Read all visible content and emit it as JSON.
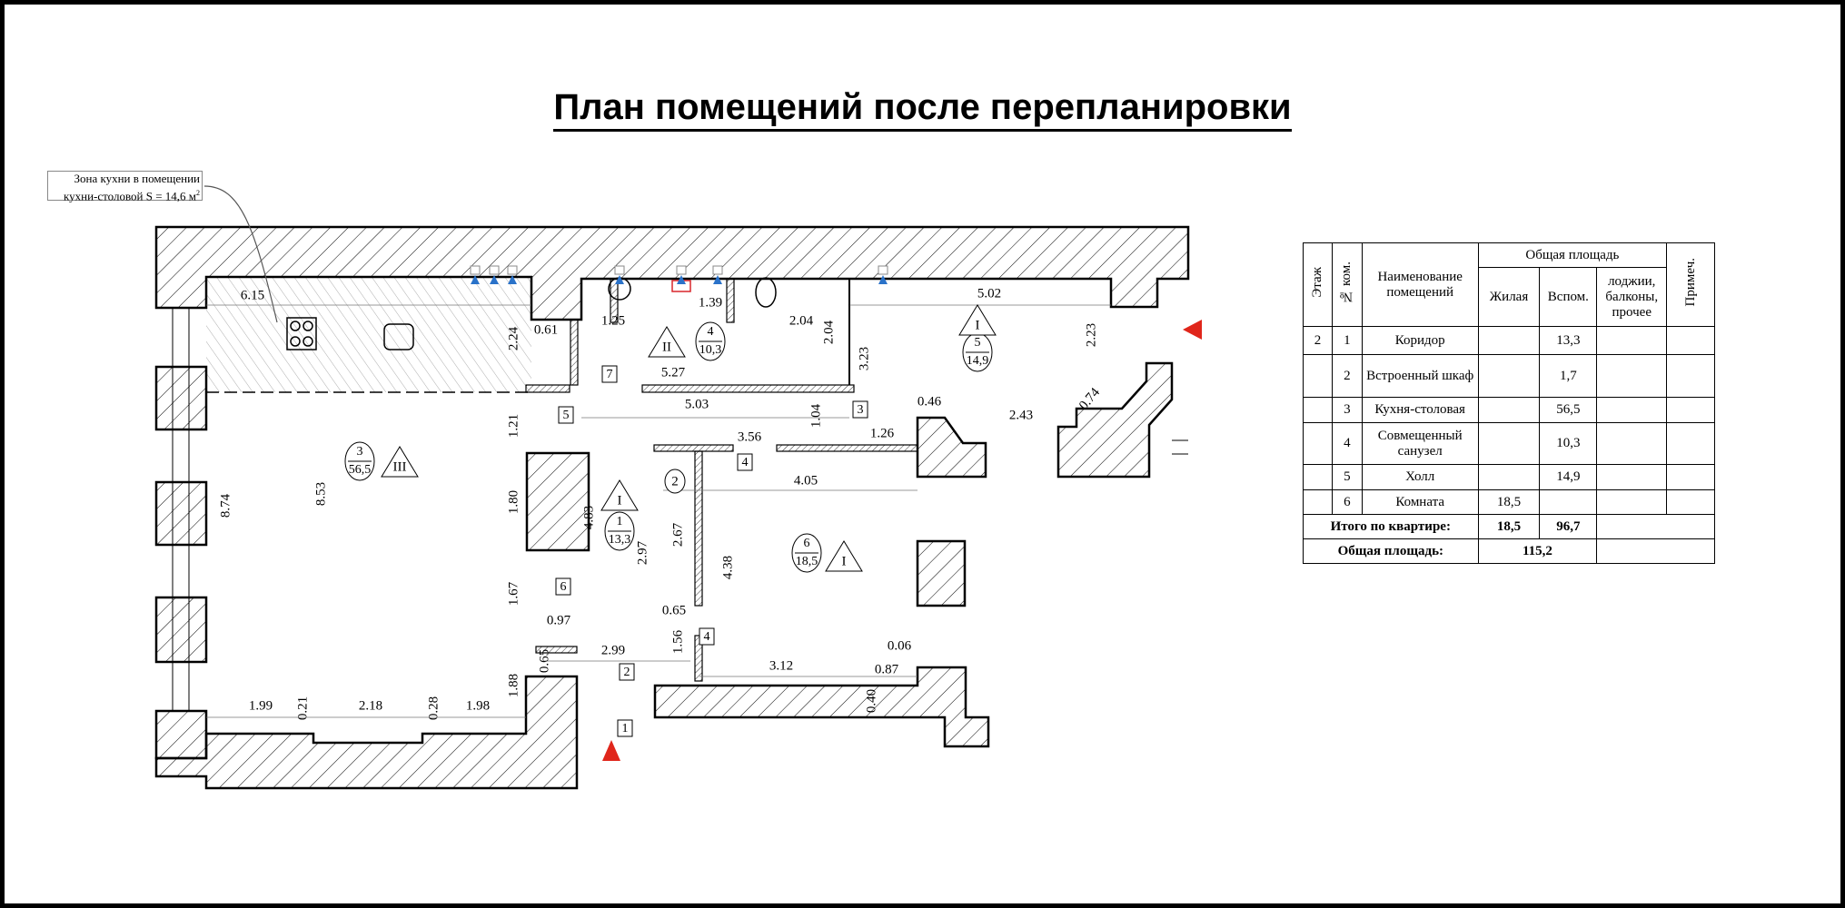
{
  "title": "План помещений после перепланировки",
  "note": {
    "line1": "Зона кухни в помещении",
    "line2_prefix": "кухни-столовой S = 14,6 м",
    "line2_sup": "2"
  },
  "colors": {
    "entry_marker": "#e0261b",
    "riser_arrow": "#2a72c9",
    "hatch": "#000000",
    "vent_marker": "#d9262b"
  },
  "rooms": [
    {
      "num": "3",
      "area": "56,5",
      "class": "III"
    },
    {
      "num": "4",
      "area": "10,3",
      "class": "II"
    },
    {
      "num": "5",
      "area": "14,9",
      "class": "I"
    },
    {
      "num": "1",
      "area": "13,3",
      "class": "I"
    },
    {
      "num": "6",
      "area": "18,5",
      "class": "I"
    }
  ],
  "circle_labels": [
    "2"
  ],
  "square_labels": [
    "7",
    "5",
    "3",
    "4",
    "6",
    "4",
    "2",
    "1"
  ],
  "dimensions": [
    "6.15",
    "2.24",
    "0.61",
    "1.25",
    "1.39",
    "2.04",
    "2.04",
    "5.02",
    "2.23",
    "3.23",
    "5.27",
    "5.03",
    "1.04",
    "1.26",
    "0.46",
    "2.43",
    "0.74",
    "3.56",
    "4.05",
    "1.21",
    "8.74",
    "8.53",
    "1.80",
    "4.83",
    "2.67",
    "2.97",
    "4.38",
    "1.67",
    "0.97",
    "0.65",
    "1.56",
    "0.65",
    "2.99",
    "3.12",
    "0.06",
    "0.87",
    "0.40",
    "1.88",
    "1.99",
    "0.21",
    "2.18",
    "0.28",
    "1.98"
  ],
  "table": {
    "headers": {
      "floor": "Этаж",
      "room_no": "№ ком.",
      "name": "Наименование помещений",
      "total_area": "Общая площадь",
      "living": "Жилая",
      "aux": "Вспом.",
      "other": "лоджии, балконы, прочее",
      "note": "Примеч."
    },
    "rows": [
      {
        "floor": "2",
        "no": "1",
        "name": "Коридор",
        "living": "",
        "aux": "13,3"
      },
      {
        "floor": "",
        "no": "2",
        "name": "Встроенный шкаф",
        "living": "",
        "aux": "1,7"
      },
      {
        "floor": "",
        "no": "3",
        "name": "Кухня-столовая",
        "living": "",
        "aux": "56,5"
      },
      {
        "floor": "",
        "no": "4",
        "name": "Совмещенный санузел",
        "living": "",
        "aux": "10,3"
      },
      {
        "floor": "",
        "no": "5",
        "name": "Холл",
        "living": "",
        "aux": "14,9"
      },
      {
        "floor": "",
        "no": "6",
        "name": "Комната",
        "living": "18,5",
        "aux": ""
      }
    ],
    "total_label": "Итого по квартире:",
    "total_living": "18,5",
    "total_aux": "96,7",
    "grand_label": "Общая площадь:",
    "grand_total": "115,2"
  }
}
